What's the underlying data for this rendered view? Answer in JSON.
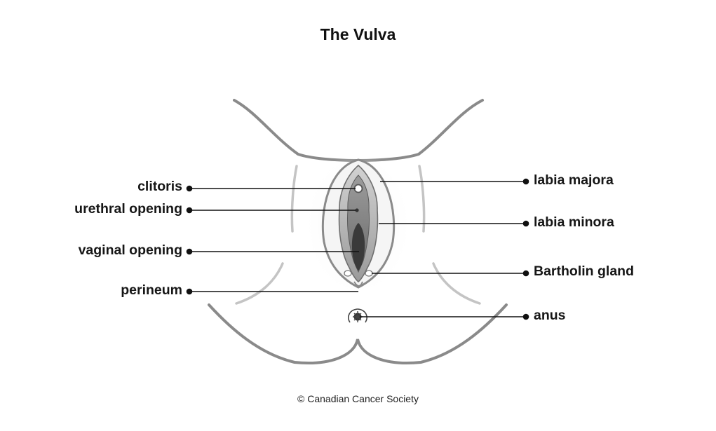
{
  "title": "The Vulva",
  "credit": "© Canadian Cancer Society",
  "labels": {
    "clitoris": "clitoris",
    "urethral_opening": "urethral opening",
    "vaginal_opening": "vaginal opening",
    "perineum": "perineum",
    "labia_majora": "labia majora",
    "labia_minora": "labia minora",
    "bartholin_gland": "Bartholin gland",
    "anus": "anus"
  },
  "colors": {
    "outline": "#8a8a8a",
    "outline_light": "#bdbdbd",
    "leader": "#111111"
  }
}
